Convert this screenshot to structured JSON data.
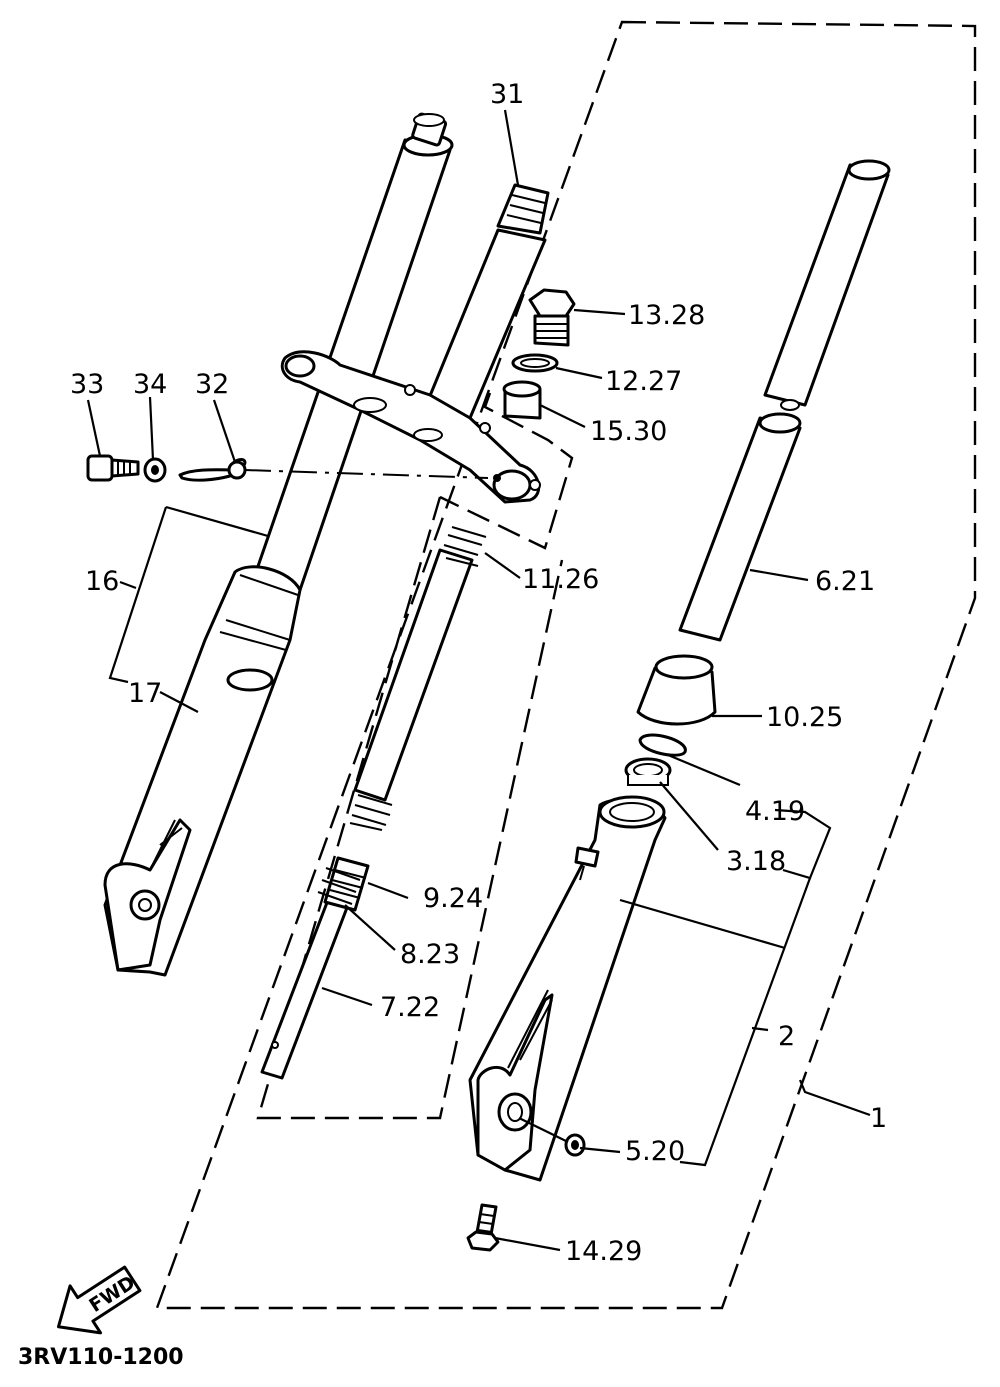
{
  "callouts": [
    {
      "id": "31",
      "label": "31"
    },
    {
      "id": "13-28",
      "label": "13.28"
    },
    {
      "id": "12-27",
      "label": "12.27"
    },
    {
      "id": "15-30",
      "label": "15.30"
    },
    {
      "id": "33",
      "label": "33"
    },
    {
      "id": "34",
      "label": "34"
    },
    {
      "id": "32",
      "label": "32"
    },
    {
      "id": "16",
      "label": "16"
    },
    {
      "id": "17",
      "label": "17"
    },
    {
      "id": "11-26",
      "label": "11.26"
    },
    {
      "id": "6-21",
      "label": "6.21"
    },
    {
      "id": "10-25",
      "label": "10.25"
    },
    {
      "id": "4-19",
      "label": "4.19"
    },
    {
      "id": "3-18",
      "label": "3.18"
    },
    {
      "id": "9-24",
      "label": "9.24"
    },
    {
      "id": "8-23",
      "label": "8.23"
    },
    {
      "id": "7-22",
      "label": "7.22"
    },
    {
      "id": "2",
      "label": "2"
    },
    {
      "id": "1",
      "label": "1"
    },
    {
      "id": "5-20",
      "label": "5.20"
    },
    {
      "id": "14-29",
      "label": "14.29"
    }
  ],
  "direction_arrow": {
    "label": "FWD",
    "icon": "forward-arrow-icon"
  },
  "drawing_code": "3RV110-1200"
}
